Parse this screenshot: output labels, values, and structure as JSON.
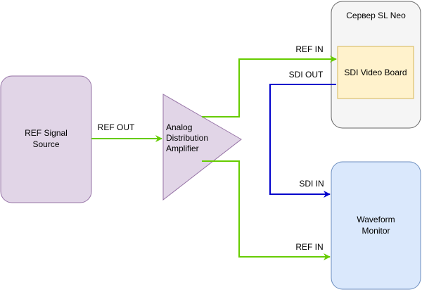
{
  "colors": {
    "green": "#66cc00",
    "blue": "#0000cc",
    "purple_fill": "#e1d5e7",
    "purple_stroke": "#9673a6",
    "gray_fill": "#f5f5f5",
    "gray_stroke": "#666666",
    "yellow_fill": "#fff2cc",
    "yellow_stroke": "#d6b656",
    "blue_fill": "#dae8fc",
    "blue_stroke": "#6c8ebf"
  },
  "nodes": {
    "ref_source": {
      "lines": [
        "REF Signal",
        "Source"
      ]
    },
    "amplifier": {
      "lines": [
        "Analog",
        "Distribution",
        "Amplifier"
      ]
    },
    "server": {
      "title": "Сервер SL Neo"
    },
    "video_board": {
      "label": "SDI Video Board"
    },
    "waveform_monitor": {
      "lines": [
        "Waveform",
        "Monitor"
      ]
    }
  },
  "connections": {
    "ref_out": {
      "label": "REF OUT"
    },
    "ref_in_server": {
      "label": "REF IN"
    },
    "sdi_out": {
      "label": "SDI OUT"
    },
    "sdi_in": {
      "label": "SDI IN"
    },
    "ref_in_monitor": {
      "label": "REF IN"
    }
  }
}
